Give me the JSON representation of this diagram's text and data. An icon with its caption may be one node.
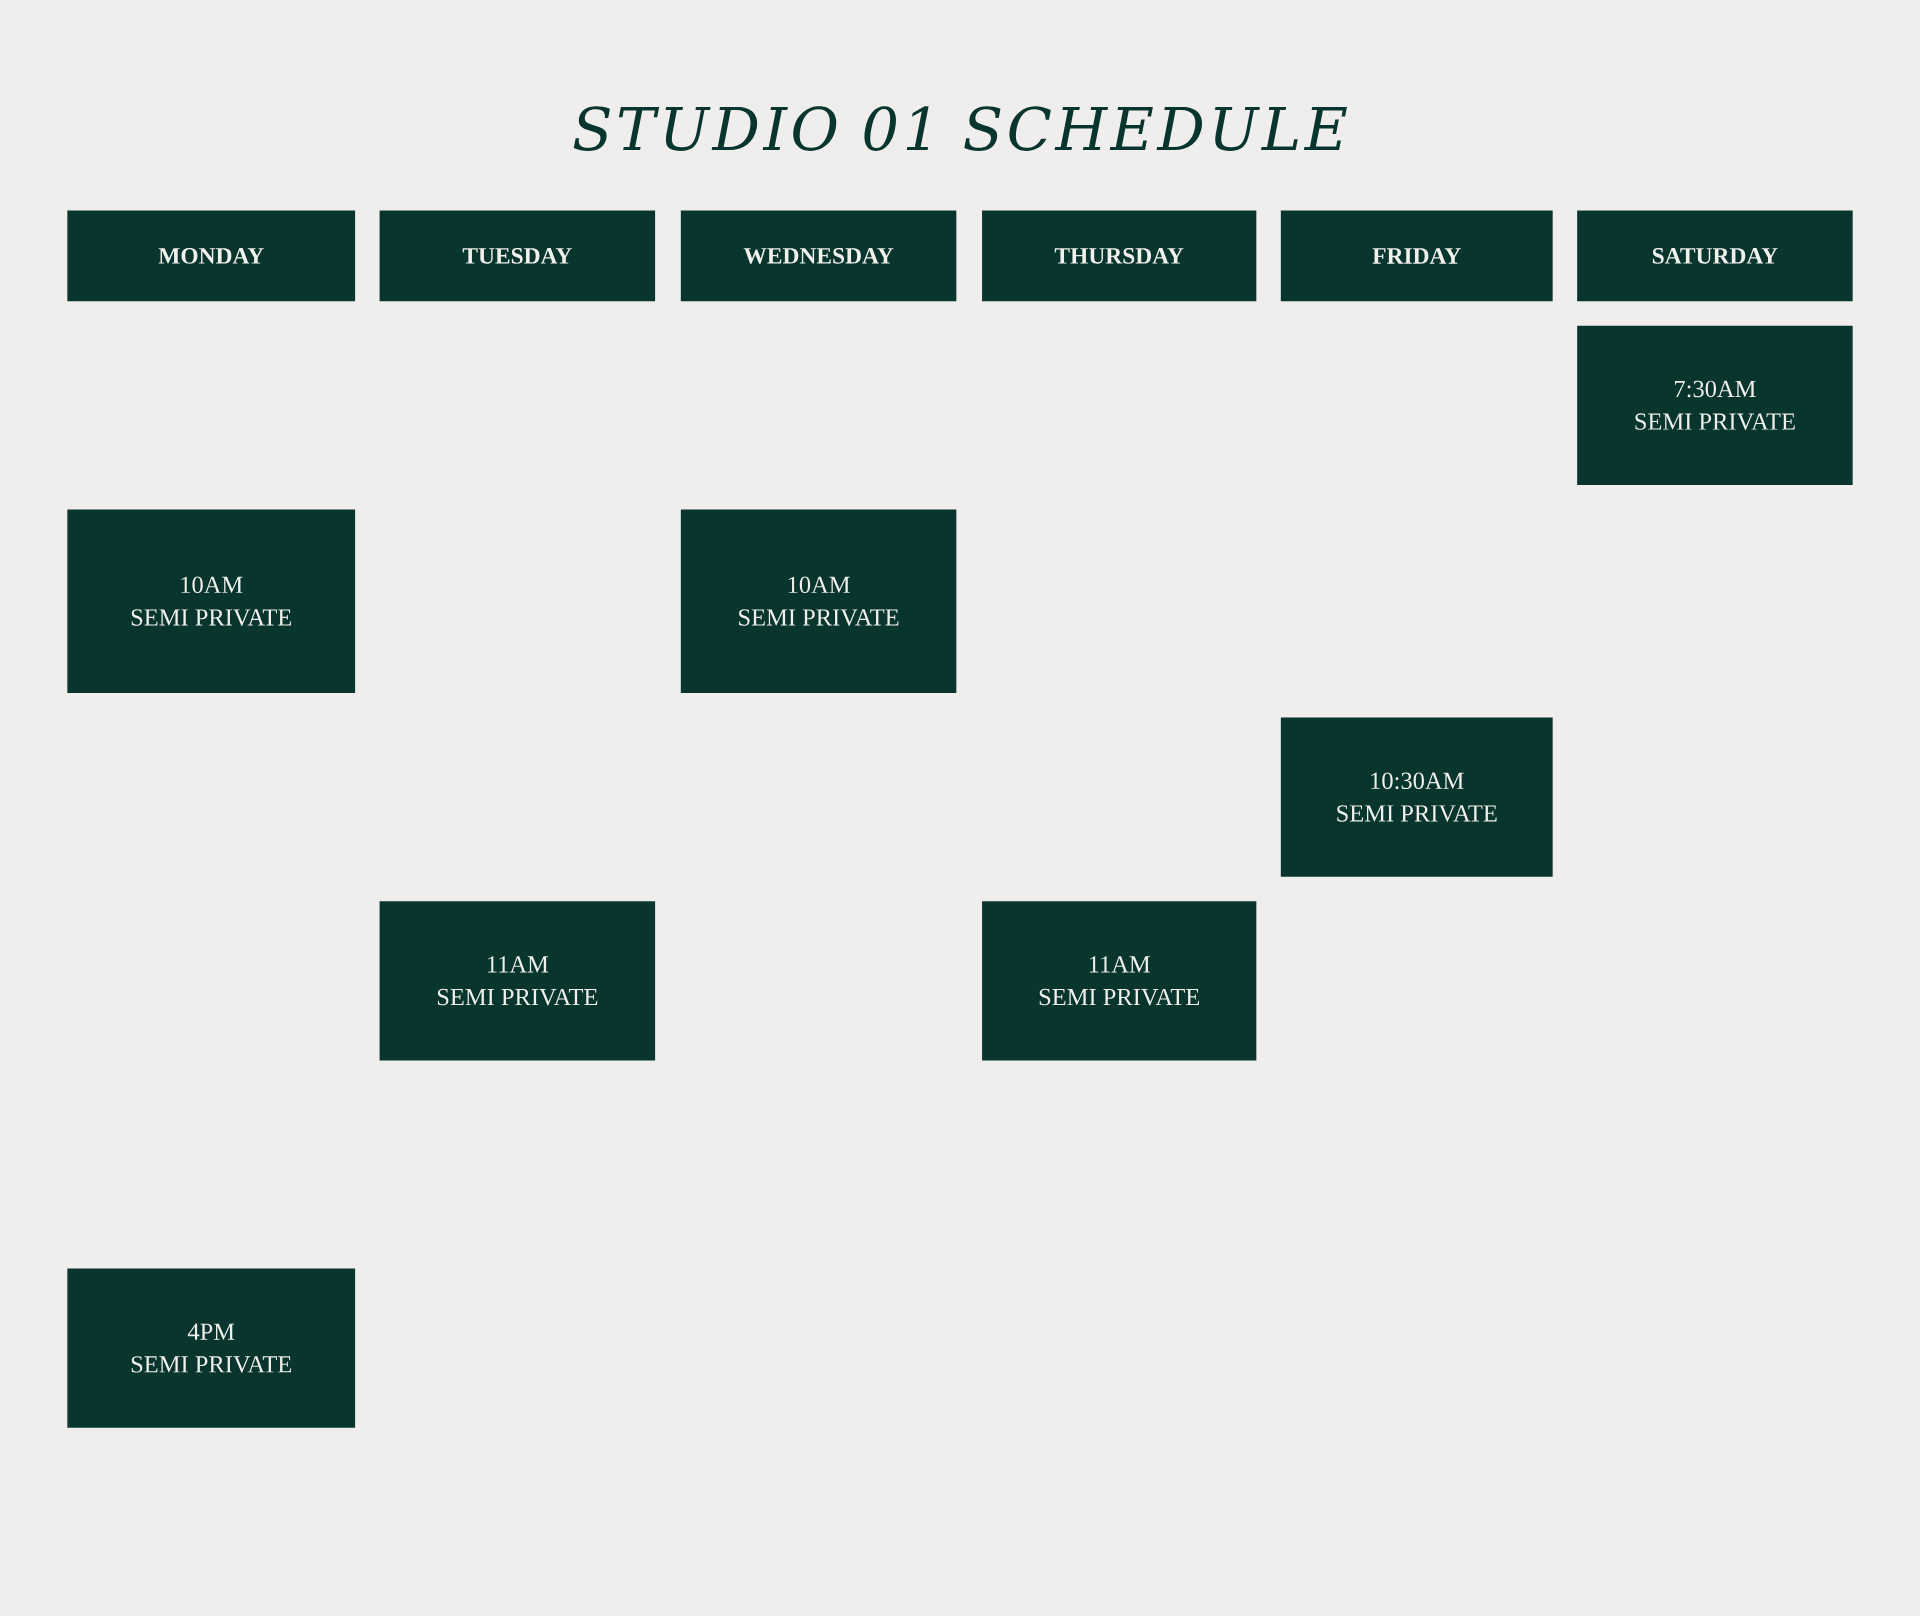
{
  "diagram": {
    "title": "STUDIO 01 SCHEDULE",
    "nodes": [
      {
        "text": [
          "MONDAY"
        ]
      },
      {
        "text": [
          "TUESDAY"
        ]
      },
      {
        "text": [
          "WEDNESDAY"
        ]
      },
      {
        "text": [
          "THURSDAY"
        ]
      },
      {
        "text": [
          "FRIDAY"
        ]
      },
      {
        "text": [
          "SATURDAY"
        ]
      },
      {
        "text": [
          "7:30AM",
          "SEMI PRIVATE"
        ]
      },
      {
        "text": [
          "10AM",
          "SEMI PRIVATE"
        ]
      },
      {
        "text": [
          "10AM",
          "SEMI PRIVATE"
        ]
      },
      {
        "text": [
          "10:30AM",
          "SEMI PRIVATE"
        ]
      },
      {
        "text": [
          "11AM",
          "SEMI PRIVATE"
        ]
      },
      {
        "text": [
          "11AM",
          "SEMI PRIVATE"
        ]
      },
      {
        "text": [
          "4PM",
          "SEMI PRIVATE"
        ]
      }
    ]
  }
}
